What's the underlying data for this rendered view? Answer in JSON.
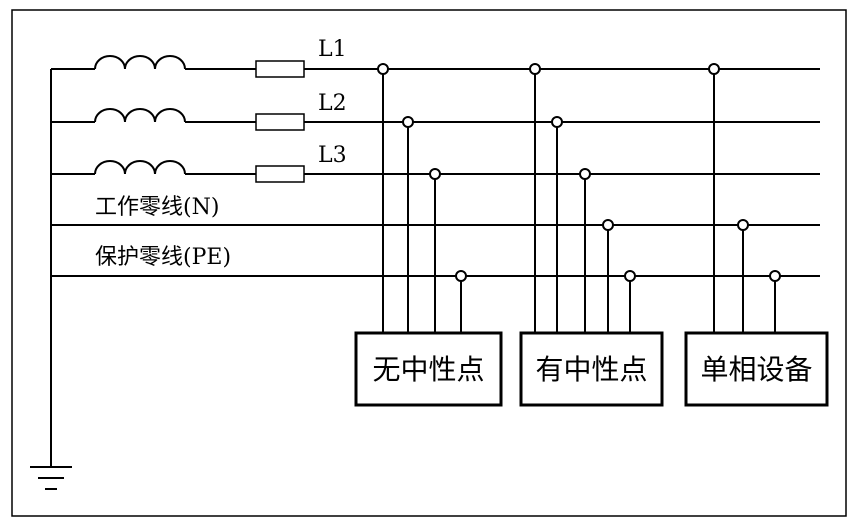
{
  "lines": {
    "l1": "L1",
    "l2": "L2",
    "l3": "L3",
    "n": "工作零线(N)",
    "pe": "保护零线(PE)"
  },
  "loads": [
    {
      "label": "无中性点"
    },
    {
      "label": "有中性点"
    },
    {
      "label": "单相设备"
    }
  ],
  "colors": {
    "stroke": "#000000",
    "background": "#ffffff"
  }
}
